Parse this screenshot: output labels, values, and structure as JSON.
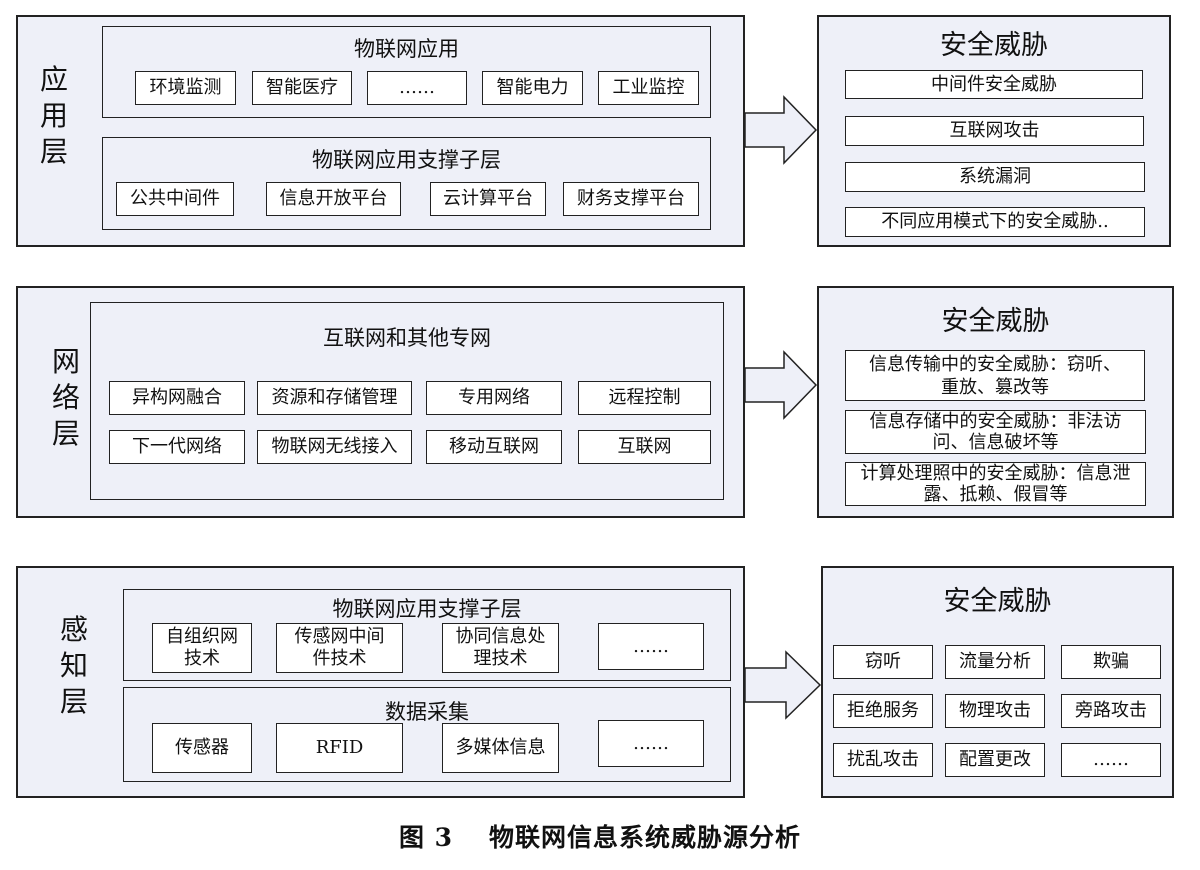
{
  "application_layer": {
    "label": "应\n用\n层",
    "iot_app": {
      "title": "物联网应用",
      "items": [
        "环境监测",
        "智能医疗",
        "……",
        "智能电力",
        "工业监控"
      ]
    },
    "support": {
      "title": "物联网应用支撑子层",
      "items": [
        "公共中间件",
        "信息开放平台",
        "云计算平台",
        "财务支撑平台"
      ]
    },
    "threats": {
      "title": "安全威胁",
      "items": [
        "中间件安全威胁",
        "互联网攻击",
        "系统漏洞",
        "不同应用模式下的安全威胁.."
      ]
    }
  },
  "network_layer": {
    "label": "网\n络\n层",
    "network": {
      "title": "互联网和其他专网",
      "row1": [
        "异构网融合",
        "资源和存储管理",
        "专用网络",
        "远程控制"
      ],
      "row2": [
        "下一代网络",
        "物联网无线接入",
        "移动互联网",
        "互联网"
      ]
    },
    "threats": {
      "title": "安全威胁",
      "items": [
        "信息传输中的安全威胁：窃听、重放、篡改等",
        "信息存储中的安全威胁：非法访问、信息破坏等",
        "计算处理照中的安全威胁：信息泄露、抵赖、假冒等"
      ]
    }
  },
  "perception_layer": {
    "label": "感\n知\n层",
    "support": {
      "title": "物联网应用支撑子层",
      "items": [
        "自组织网\n技术",
        "传感网中间\n件技术",
        "协同信息处\n理技术",
        "……"
      ]
    },
    "collection": {
      "title": "数据采集",
      "items": [
        "传感器",
        "RFID",
        "多媒体信息",
        "……"
      ]
    },
    "threats": {
      "title": "安全威胁",
      "items": [
        "窃听",
        "流量分析",
        "欺骗",
        "拒绝服务",
        "物理攻击",
        "旁路攻击",
        "扰乱攻击",
        "配置更改",
        "……"
      ]
    }
  },
  "caption": {
    "number": "图 3",
    "title": "物联网信息系统威胁源分析"
  }
}
